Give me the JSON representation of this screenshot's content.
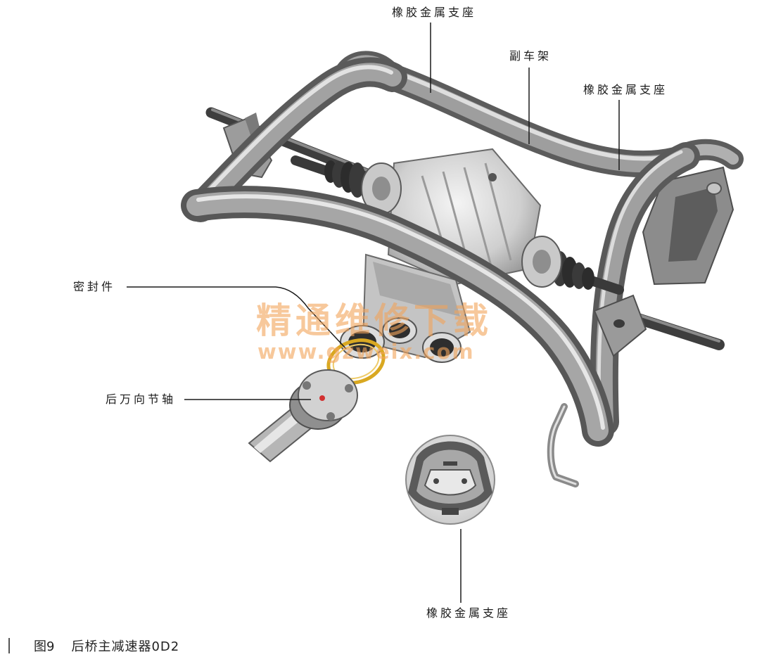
{
  "figure": {
    "labels": {
      "mount_top": "橡胶金属支座",
      "subframe": "副车架",
      "mount_right": "橡胶金属支座",
      "seal": "密封件",
      "cardan_shaft": "后万向节轴",
      "mount_bottom": "橡胶金属支座"
    },
    "watermark": {
      "line1": "精通维修下载",
      "line2": "www.gzweix.com"
    },
    "caption": {
      "number": "图9",
      "title": "后桥主减速器0D2"
    }
  },
  "colors": {
    "metal_dark": "#5f5f5f",
    "metal_mid": "#a8a8a8",
    "metal_light": "#e4e4e4",
    "seal_ring": "#d9a821",
    "watermark": "#f2a45a",
    "leader_line": "#1a1a1a"
  }
}
